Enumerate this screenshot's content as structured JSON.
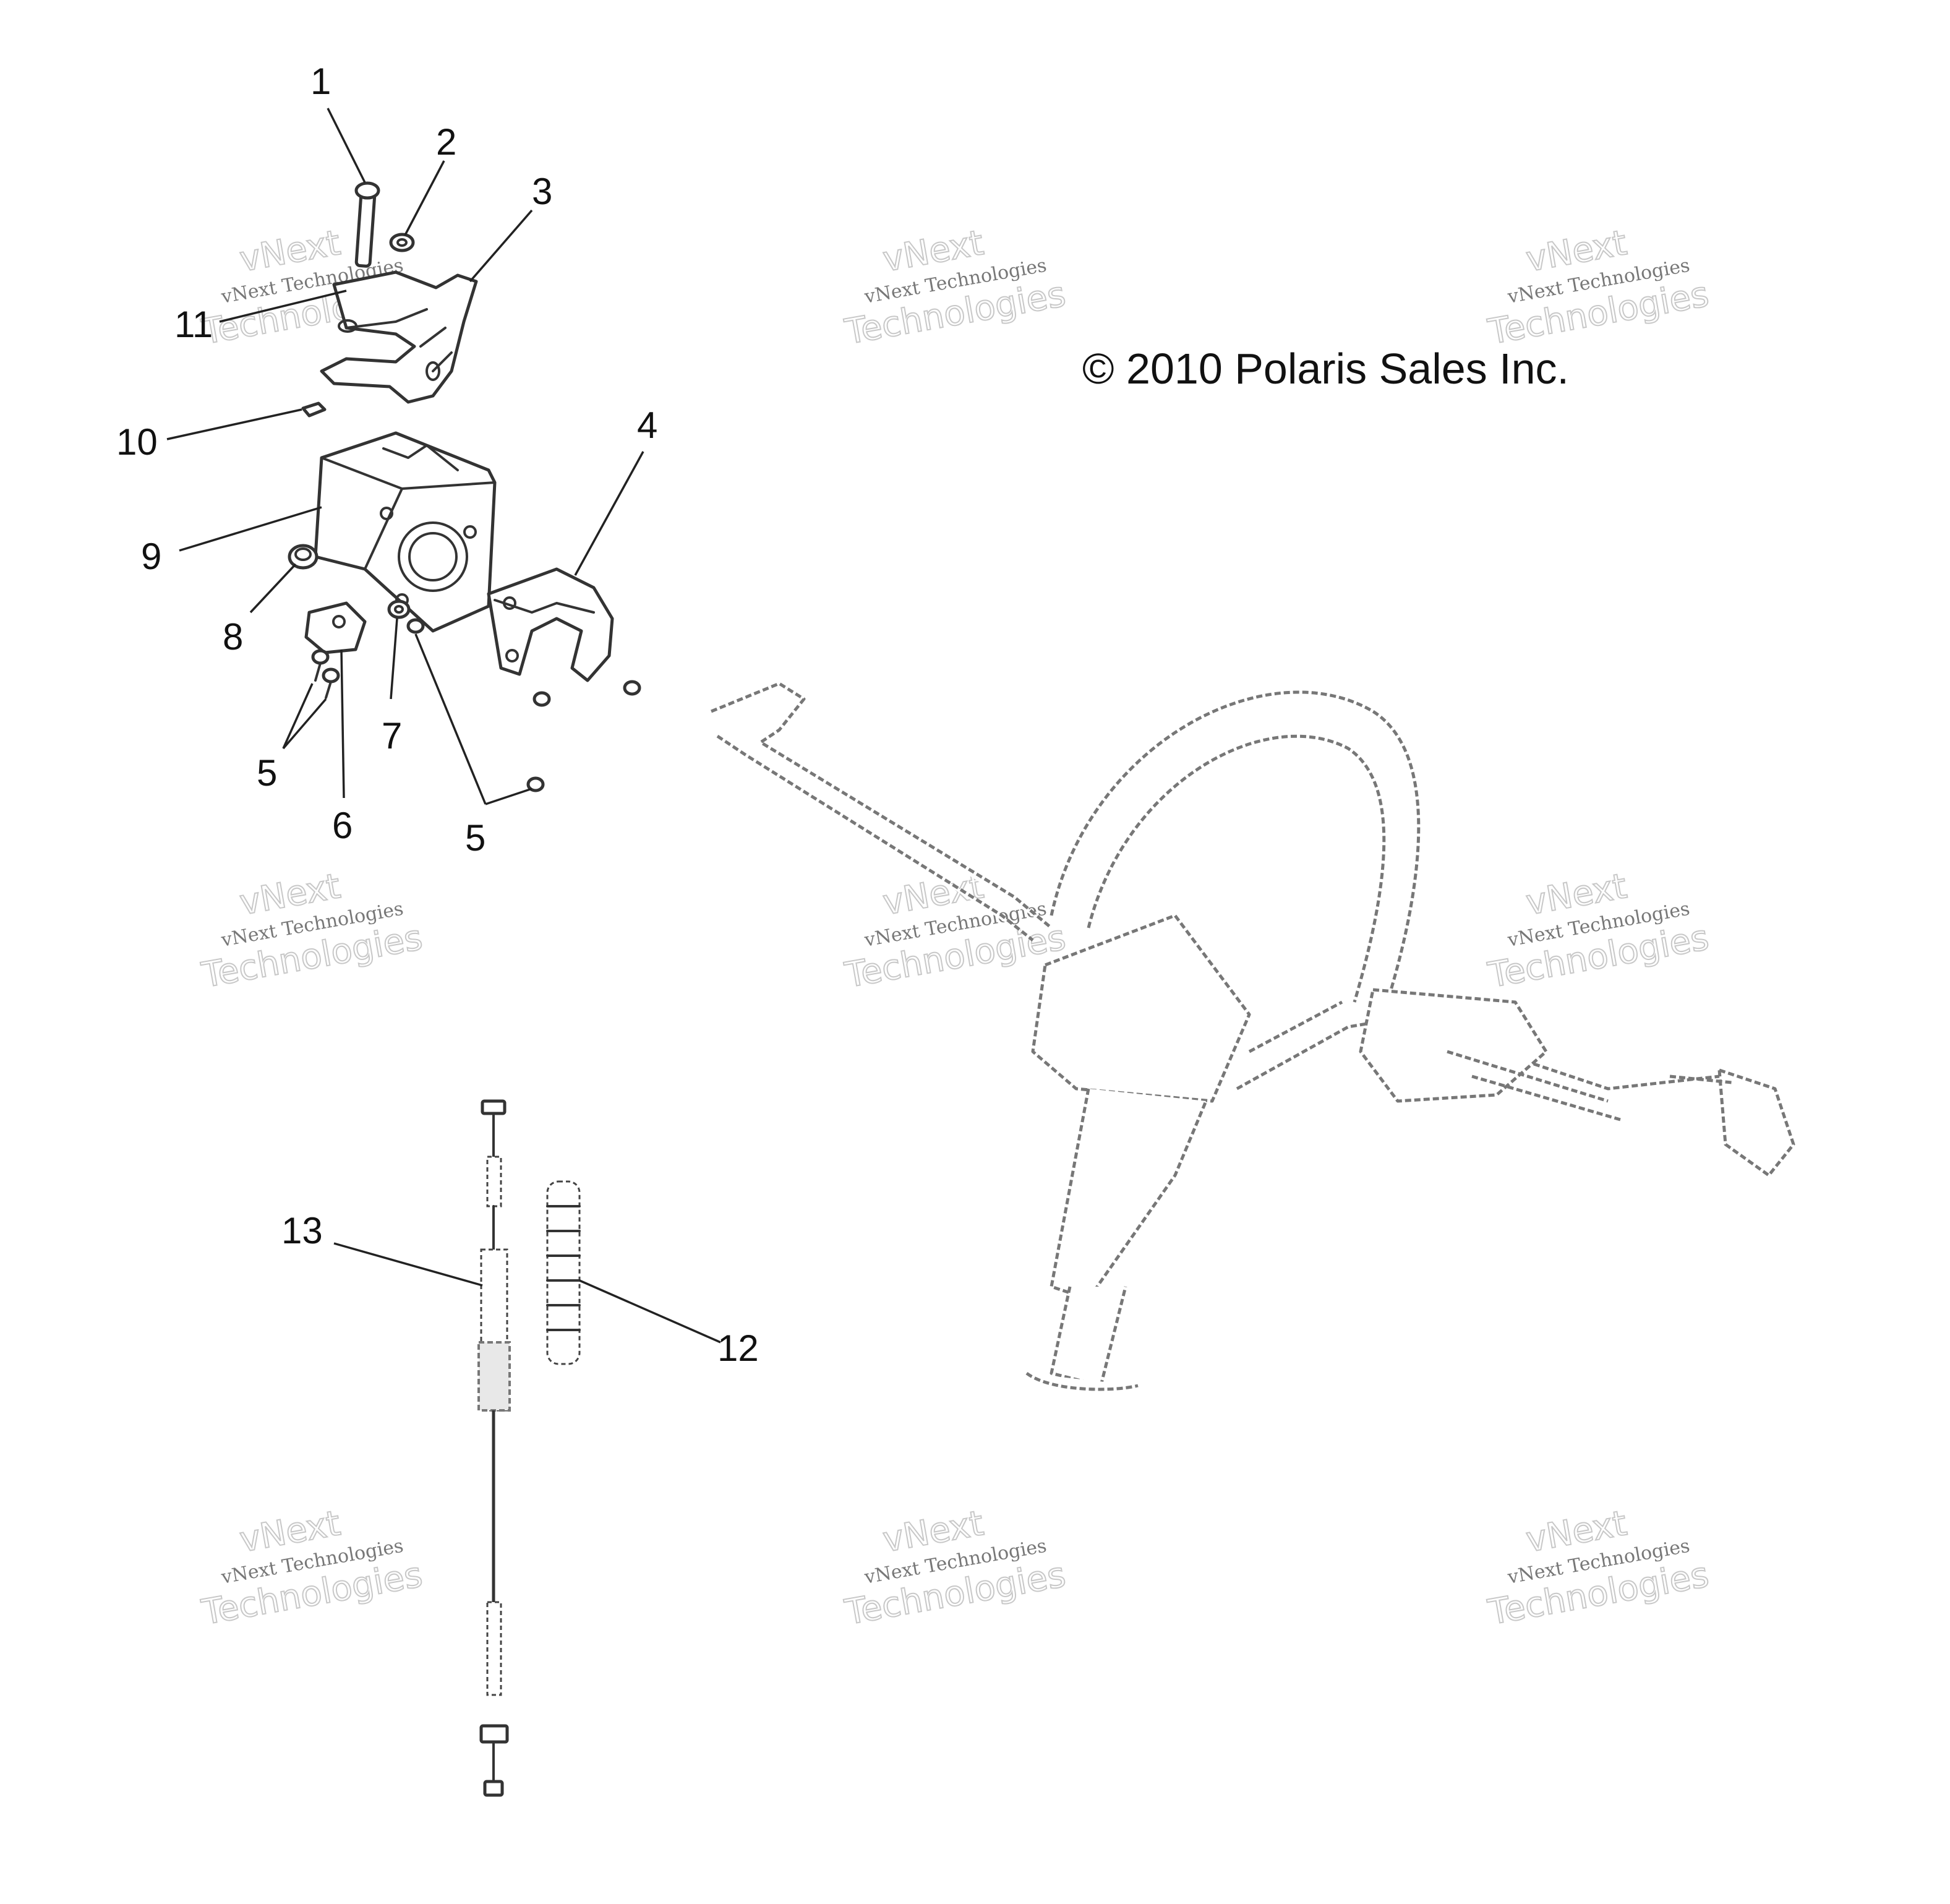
{
  "diagram": {
    "copyright": "© 2010 Polaris Sales Inc.",
    "watermark": {
      "line1": "vNext Technologies",
      "line2": "Technologies",
      "line3": "vNext"
    },
    "callouts": [
      {
        "id": "c1",
        "label": "1"
      },
      {
        "id": "c2",
        "label": "2"
      },
      {
        "id": "c3",
        "label": "3"
      },
      {
        "id": "c4",
        "label": "4"
      },
      {
        "id": "c5a",
        "label": "5"
      },
      {
        "id": "c5b",
        "label": "5"
      },
      {
        "id": "c6",
        "label": "6"
      },
      {
        "id": "c7",
        "label": "7"
      },
      {
        "id": "c8",
        "label": "8"
      },
      {
        "id": "c9",
        "label": "9"
      },
      {
        "id": "c10",
        "label": "10"
      },
      {
        "id": "c11",
        "label": "11"
      },
      {
        "id": "c12",
        "label": "12"
      },
      {
        "id": "c13",
        "label": "13"
      }
    ]
  }
}
